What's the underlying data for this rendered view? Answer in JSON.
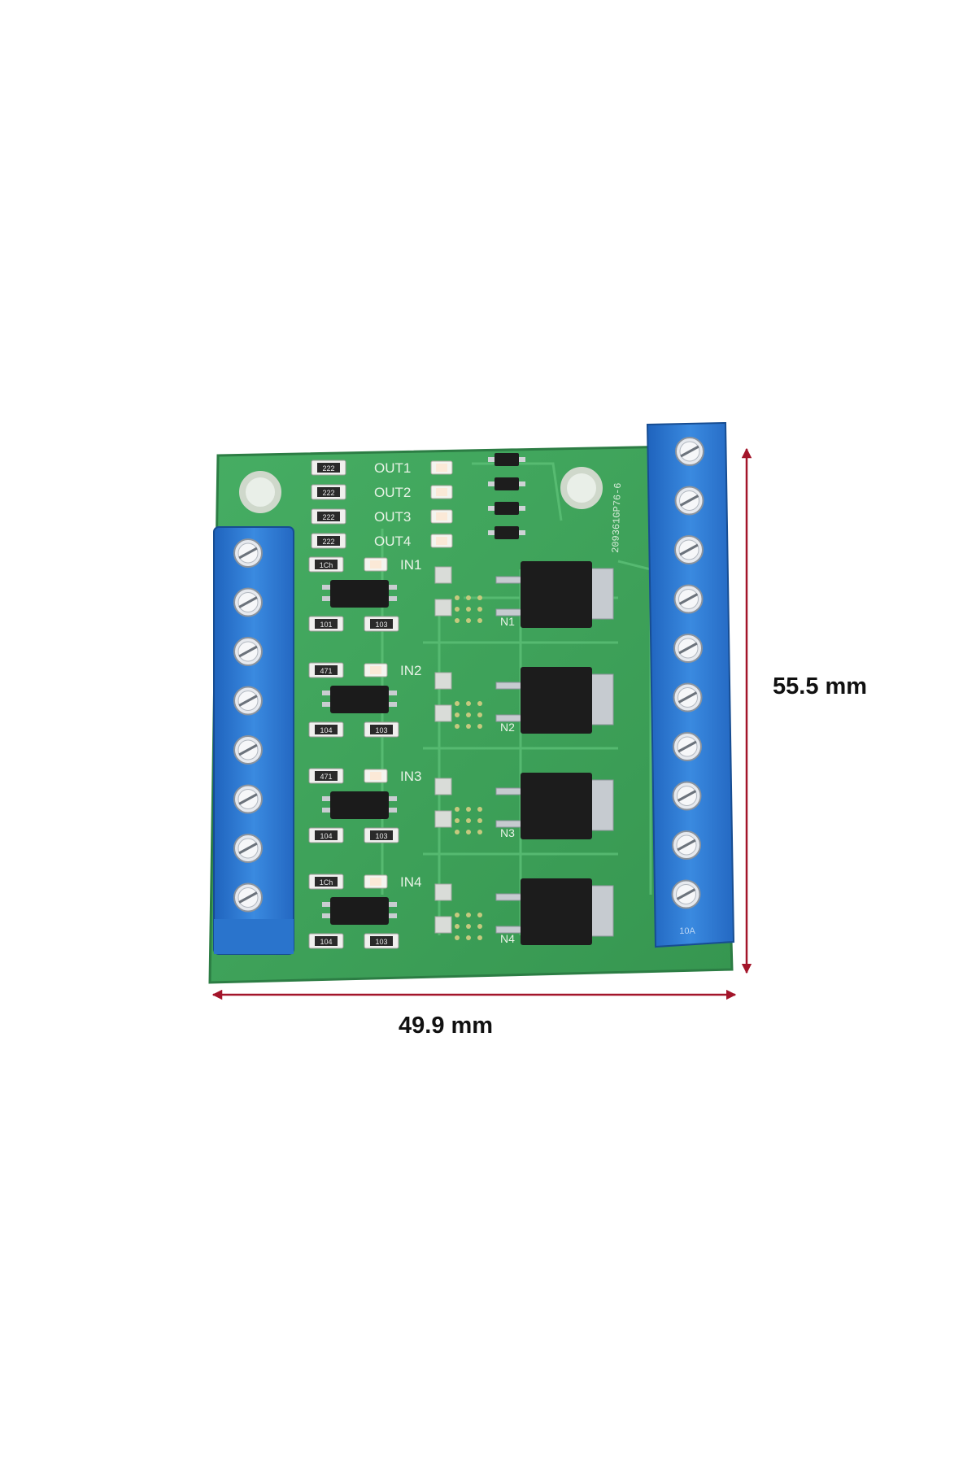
{
  "product": {
    "silkscreen": {
      "outputs": [
        "OUT1",
        "OUT2",
        "OUT3",
        "OUT4"
      ],
      "inputs": [
        "IN1",
        "IN2",
        "IN3",
        "IN4"
      ],
      "mosfet_labels": [
        "N1",
        "N2",
        "N3",
        "N4"
      ],
      "board_code": "209361GP76-6",
      "resistor_codes": [
        "222",
        "222",
        "222",
        "222"
      ],
      "channel_resistors": [
        [
          "1Ch",
          "101",
          "103"
        ],
        [
          "471",
          "104",
          "103"
        ],
        [
          "471",
          "104",
          "103"
        ],
        [
          "1Ch",
          "104",
          "103"
        ]
      ],
      "terminal_rating": "10A"
    },
    "colors": {
      "pcb": "#3fa35a",
      "terminal": "#2f7fd8",
      "mosfet": "#1c1c1c",
      "dimension_arrow": "#a3152a"
    }
  },
  "dimensions": {
    "height": "55.5 mm",
    "width": "49.9 mm"
  }
}
